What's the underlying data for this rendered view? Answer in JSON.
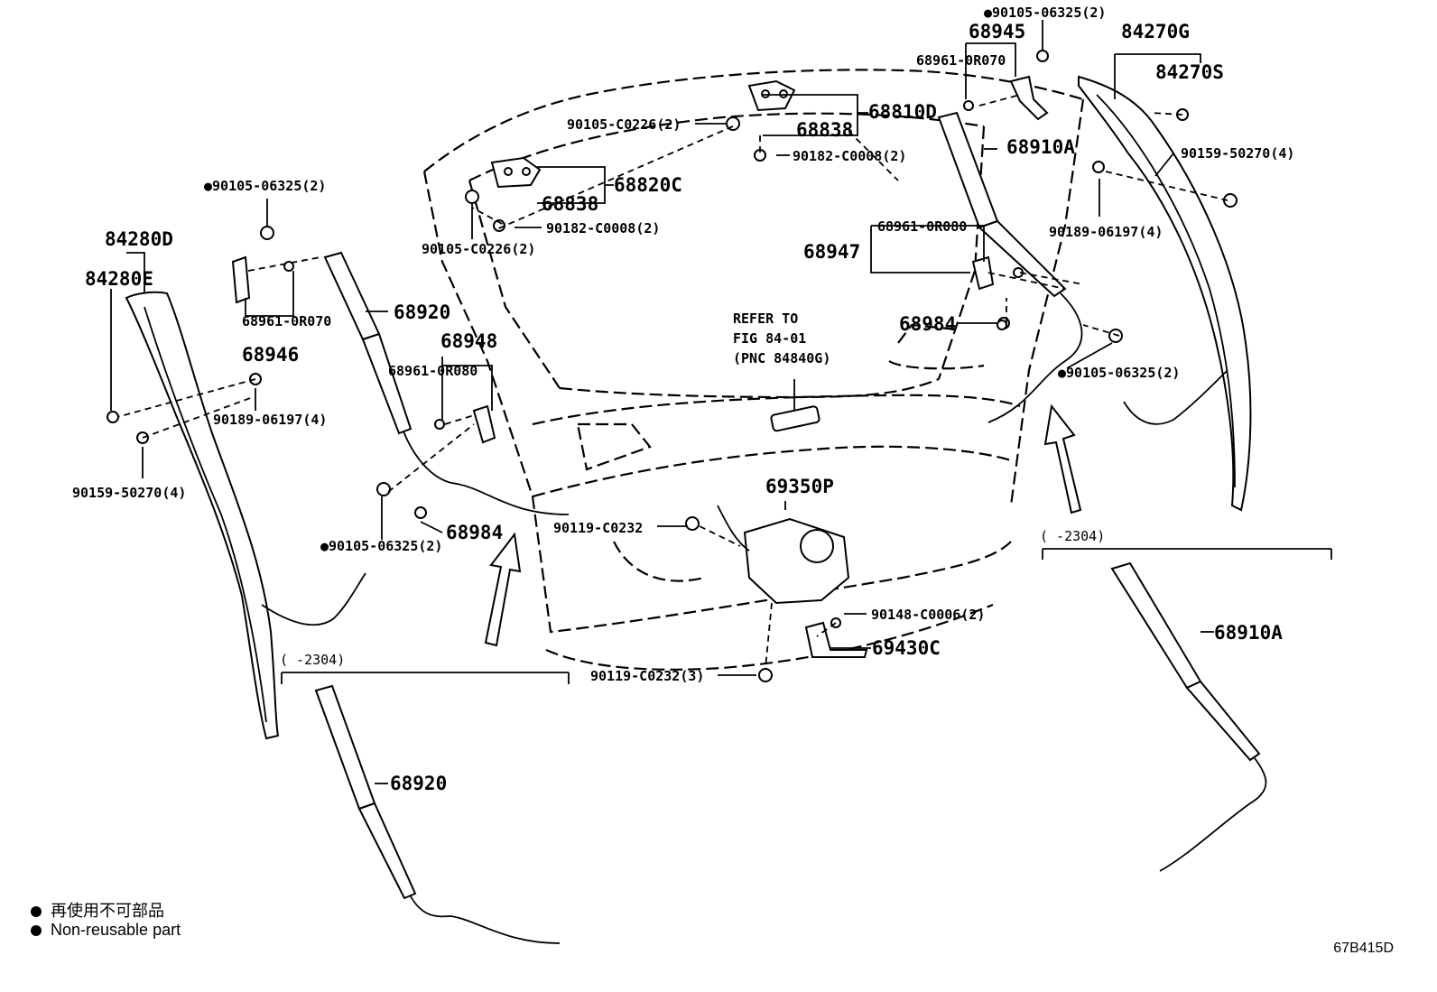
{
  "labels": {
    "p_90105_06325_top": "●90105-06325(2)",
    "p_68945": "68945",
    "p_84270G": "84270G",
    "p_68961_0R070_top": "68961-0R070",
    "p_84270S": "84270S",
    "p_90105_C0226_top": "90105-C0226(2)",
    "p_68838_top": "68838",
    "p_68810D": "68810D",
    "p_90182_C0008_top": "90182-C0008(2)",
    "p_68910A_top": "68910A",
    "p_90159_50270_right": "90159-50270(4)",
    "p_68820C": "68820C",
    "p_68838_mid": "68838",
    "p_90105_06325_left": "●90105-06325(2)",
    "p_90182_C0008_mid": "90182-C0008(2)",
    "p_90105_C0226_mid": "90105-C0226(2)",
    "p_90189_06197_right": "90189-06197(4)",
    "p_68961_0R080_right": "68961-0R080",
    "p_68947": "68947",
    "p_84280D": "84280D",
    "p_84280E": "84280E",
    "p_68961_0R070_left": "68961-0R070",
    "p_68920_top": "68920",
    "p_refer1": "REFER TO",
    "p_refer2": "FIG 84-01",
    "p_refer3": "(PNC 84840G)",
    "p_68984_right": "68984",
    "p_68946": "68946",
    "p_68948": "68948",
    "p_68961_0R080_left": "68961-0R080",
    "p_90105_06325_right": "●90105-06325(2)",
    "p_90189_06197_left": "90189-06197(4)",
    "p_90159_50270_left": "90159-50270(4)",
    "p_69350P": "69350P",
    "p_90119_C0232": "90119-C0232",
    "p_68984_left": "68984",
    "p_90105_06325_bottom": "●90105-06325(2)",
    "p_range_right": "(  -2304)",
    "p_68910A_bottom": "68910A",
    "p_90148_C0006": "90148-C0006(2)",
    "p_69430C": "69430C",
    "p_range_left": "(  -2304)",
    "p_90119_C0232_3": "90119-C0232(3)",
    "p_68920_bottom": "68920"
  },
  "legend": {
    "line1": "再使用不可部品",
    "line2": "Non-reusable part"
  },
  "figure_code": "67B415D"
}
